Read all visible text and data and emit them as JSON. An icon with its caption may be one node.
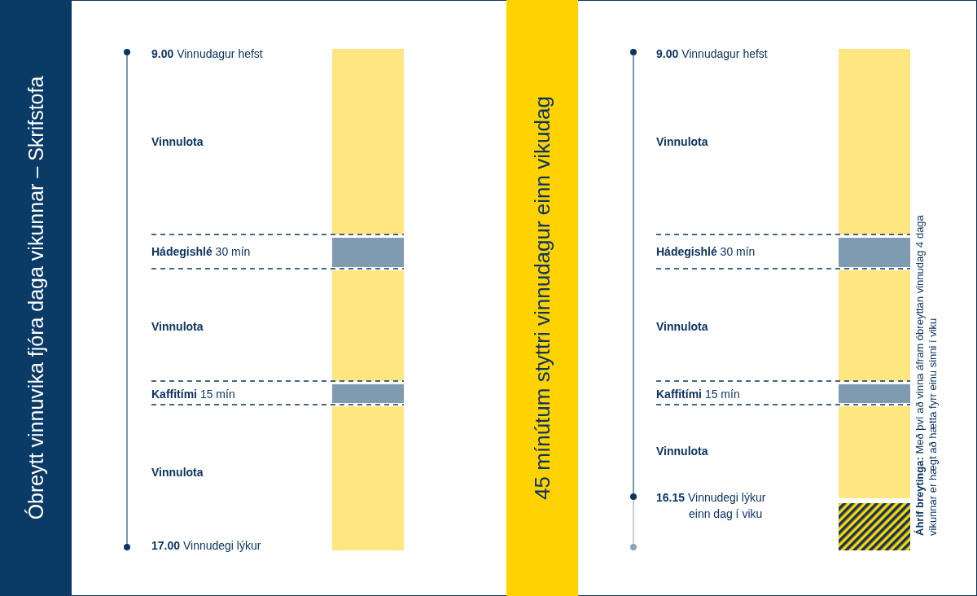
{
  "diagram": {
    "nodes": [
      {
        "text": [
          "Óbreytt vinnuvika fjóra daga vikunnar – Skrifstofa"
        ]
      },
      {
        "text": [
          "45 mínútum styttri vinnudagur einn vikudag"
        ]
      }
    ],
    "labels": [
      "**9.00** Vinnudagur hefst",
      "Vinnulota",
      "**Hádegishlé** 30 mín",
      "Vinnulota",
      "**Kaffitími** 15 mín",
      "Vinnulota",
      "**17.00** Vinnudegi lýkur",
      "**9.00** Vinnudagur hefst",
      "Vinnulota",
      "**Hádegishlé** 30 mín",
      "Vinnulota",
      "**Kaffitími** 15 mín",
      "Vinnulota",
      "**16.15** Vinnudegi lýkur einn dag í viku",
      "**Áhrif breytinga:** Með því að vinna áfram óbreyttan vinnudag 4 daga vikunnar er hægt að hætta fyrr einu sinni í viku"
    ]
  }
}
